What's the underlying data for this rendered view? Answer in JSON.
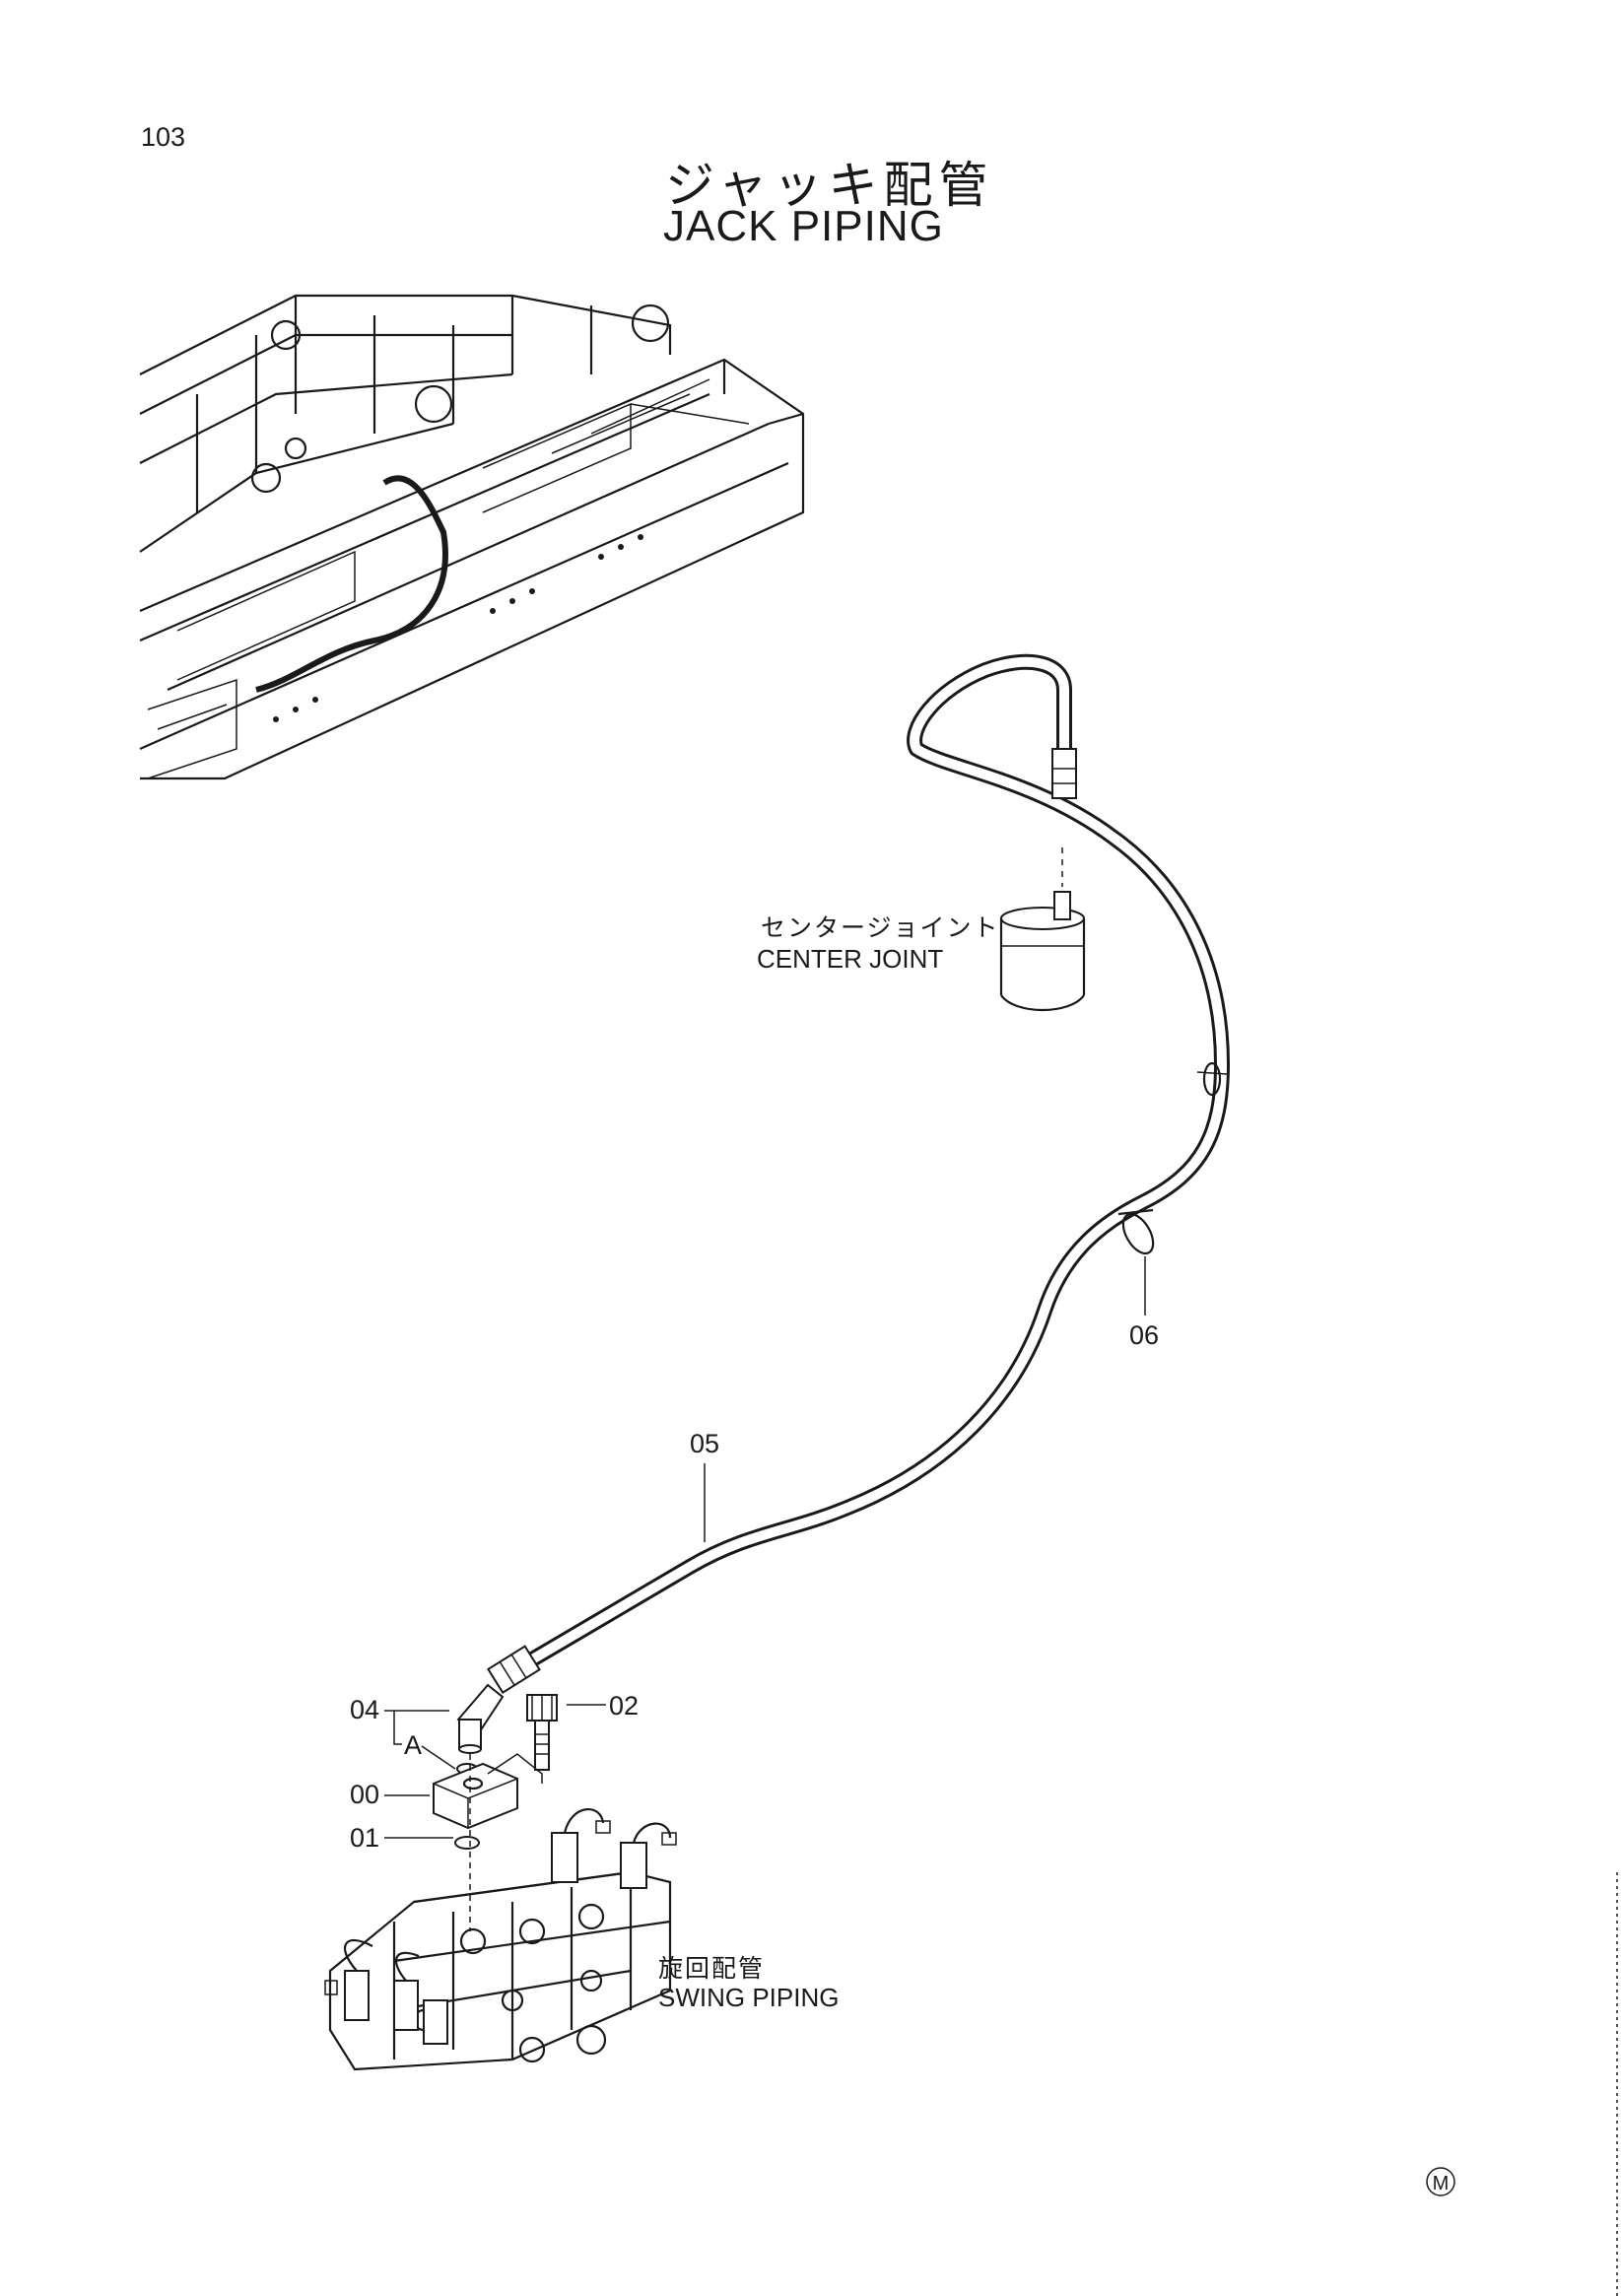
{
  "page_number": "103",
  "title": {
    "japanese": "ジャッキ配管",
    "english": "JACK PIPING"
  },
  "labels": {
    "center_joint_jp": "センタージョイント",
    "center_joint_en": "CENTER JOINT",
    "swing_piping_jp": "旋回配管",
    "swing_piping_en": "SWING PIPING"
  },
  "callouts": {
    "p00": "00",
    "p01": "01",
    "p02": "02",
    "p04": "04",
    "p05": "05",
    "p06": "06",
    "assy_a": "A"
  },
  "mark": "M"
}
